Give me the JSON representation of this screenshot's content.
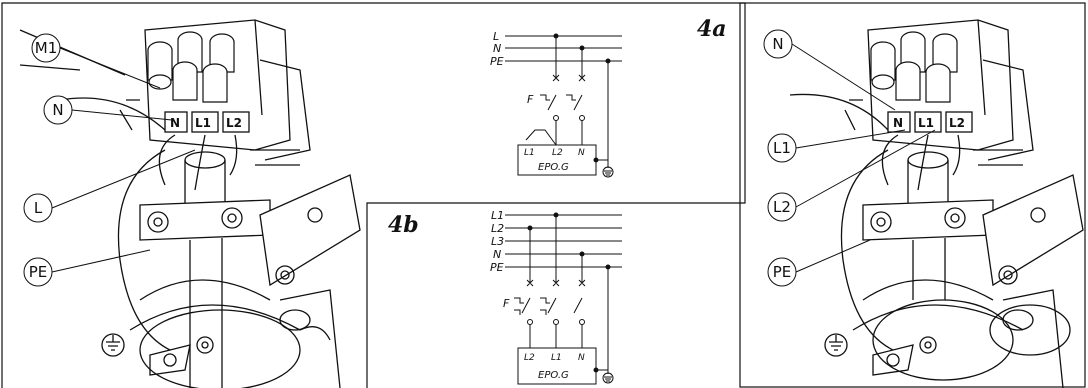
{
  "figure_labels": {
    "a": "4a",
    "b": "4b"
  },
  "left_photo": {
    "callouts": [
      "M1",
      "N",
      "L",
      "PE"
    ],
    "terminals": [
      "N",
      "L1",
      "L2"
    ]
  },
  "right_photo": {
    "callouts": [
      "N",
      "L1",
      "L2",
      "PE"
    ],
    "terminals": [
      "N",
      "L1",
      "L2"
    ]
  },
  "diagram_4a": {
    "lines": [
      "L",
      "N",
      "PE"
    ],
    "switch_label": "F",
    "terminals": [
      "L1",
      "L2",
      "N"
    ],
    "box_label": "EPO.G"
  },
  "diagram_4b": {
    "lines": [
      "L1",
      "L2",
      "L3",
      "N",
      "PE"
    ],
    "switch_label": "F",
    "terminals": [
      "L2",
      "L1",
      "N"
    ],
    "box_label": "EPO.G"
  },
  "colors": {
    "line": "#111111",
    "background": "#ffffff"
  }
}
